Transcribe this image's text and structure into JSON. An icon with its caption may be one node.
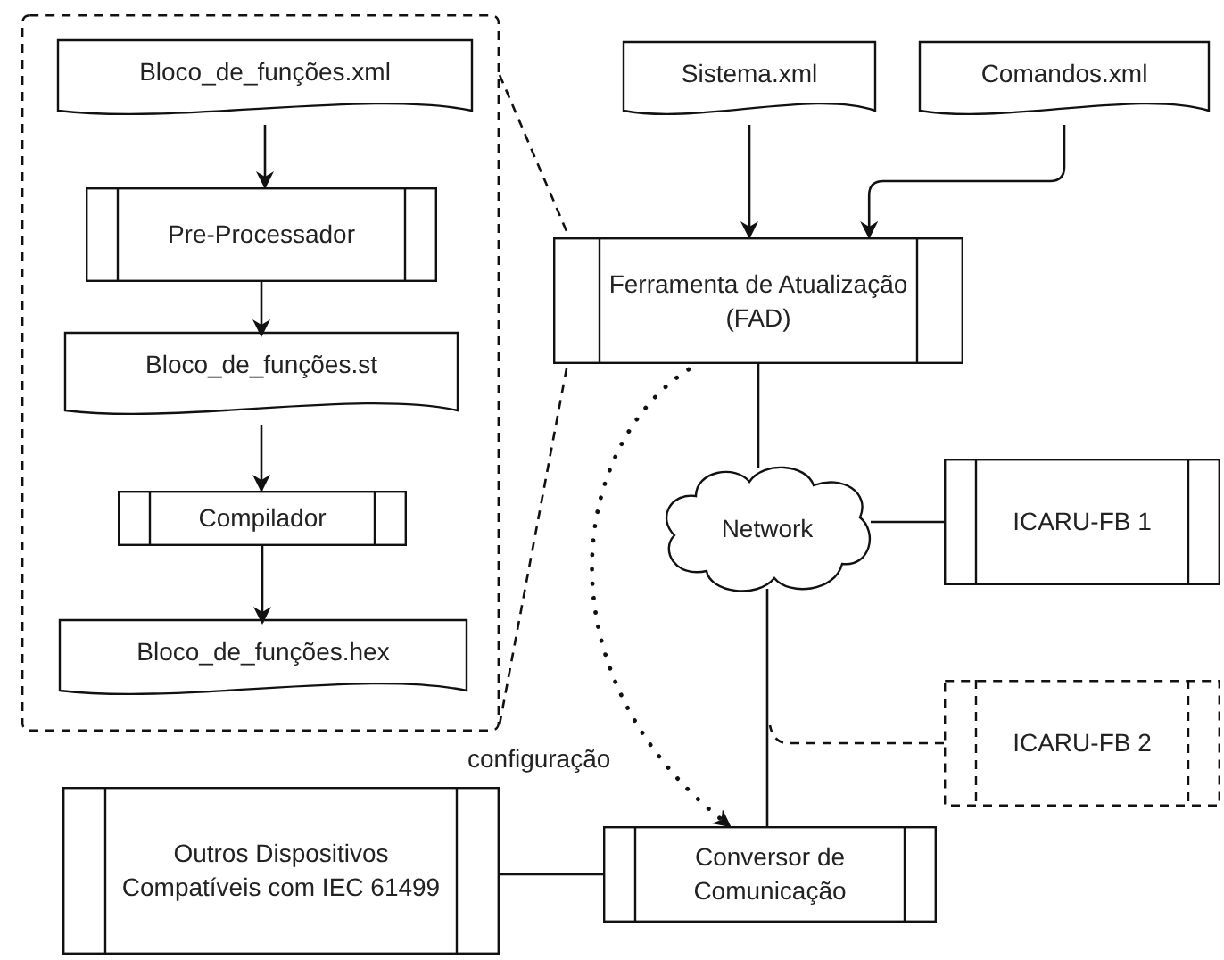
{
  "diagram": {
    "nodes": [
      {
        "text": [],
        "shape": "box"
      },
      {
        "text": [
          "Bloco_de_funções.xml"
        ],
        "in": 0
      },
      {
        "text": [
          "Pre-Processador"
        ],
        "in": 0
      },
      {
        "text": [
          "Bloco_de_funções.st"
        ],
        "in": 0
      },
      {
        "text": [
          "Compilador"
        ],
        "in": 0
      },
      {
        "text": [
          "Bloco_de_funções.hex"
        ],
        "in": 0
      },
      {
        "text": [
          "Sistema.xml"
        ]
      },
      {
        "text": [
          "Comandos.xml"
        ]
      },
      {
        "text": [
          "Ferramenta de Atualização (FAD)"
        ]
      },
      {
        "text": [
          "Network"
        ]
      },
      {
        "text": [
          "ICARU-FB 1"
        ]
      },
      {
        "text": [
          "ICARU-FB 2"
        ]
      },
      {
        "text": [
          "Outros Dispositivos Compatíveis com IEC 61499"
        ]
      },
      {
        "text": [
          "Conversor de Comunicação"
        ]
      }
    ],
    "edges": [
      {
        "from": 1,
        "to": 2,
        "arrow": "to"
      },
      {
        "from": 2,
        "to": 3,
        "arrow": "to"
      },
      {
        "from": 3,
        "to": 4,
        "arrow": "to"
      },
      {
        "from": 4,
        "to": 5,
        "arrow": "to"
      },
      {
        "from": 6,
        "to": 8,
        "arrow": "to"
      },
      {
        "from": 7,
        "to": 8,
        "arrow": "to"
      },
      {
        "from": 8,
        "to": 9,
        "arrow": "none"
      },
      {
        "from": 9,
        "to": 10,
        "arrow": "none"
      },
      {
        "from": 9,
        "to": 13,
        "arrow": "none"
      },
      {
        "from": 11,
        "to": 13,
        "arrow": "none",
        "style": "dashed"
      },
      {
        "from": 12,
        "to": 13,
        "arrow": "none"
      },
      {
        "from": 8,
        "to": 13,
        "arrow": "to",
        "style": "dashed",
        "label": "configuração"
      },
      {
        "from": 0,
        "to": 8,
        "arrow": "none",
        "style": "dashed"
      },
      {
        "from": 0,
        "to": 8,
        "arrow": "none",
        "style": "dashed"
      }
    ]
  }
}
